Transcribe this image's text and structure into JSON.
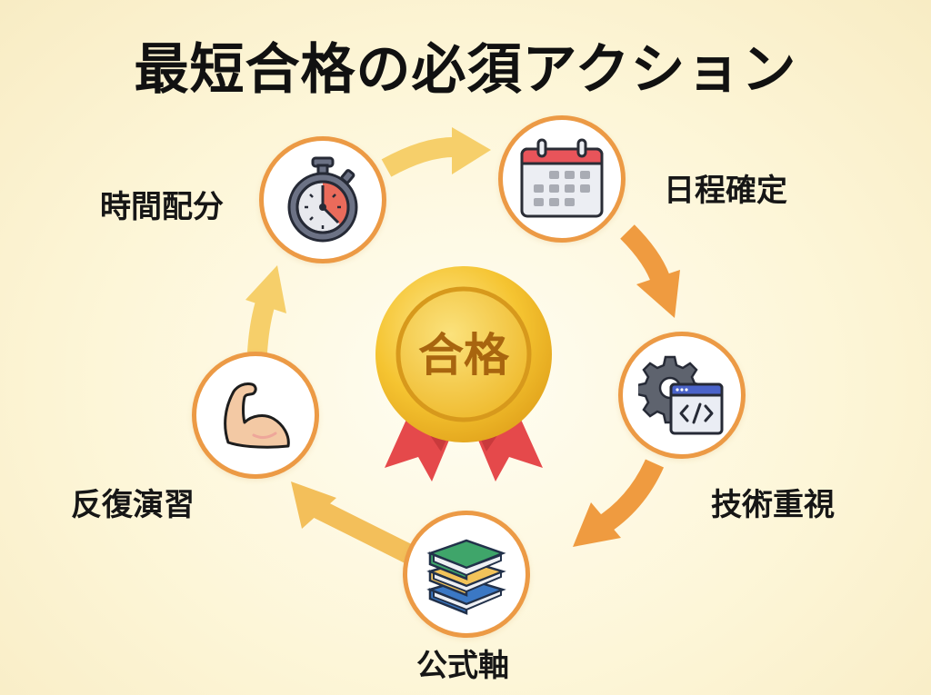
{
  "title": "最短合格の必須アクション",
  "center": {
    "label": "合格",
    "icon": "gold-medal-icon"
  },
  "steps": [
    {
      "id": "schedule",
      "label": "日程確定",
      "icon": "calendar-icon"
    },
    {
      "id": "technical",
      "label": "技術重視",
      "icon": "gear-code-window-icon"
    },
    {
      "id": "official",
      "label": "公式軸",
      "icon": "stacked-books-icon"
    },
    {
      "id": "practice",
      "label": "反復演習",
      "icon": "flexed-bicep-icon"
    },
    {
      "id": "time",
      "label": "時間配分",
      "icon": "stopwatch-icon"
    }
  ],
  "colors": {
    "background": "#fdf6d8",
    "ring": "#ec9a45",
    "arrow_yellow": "#f6cf6a",
    "arrow_orange": "#ef9b40",
    "medal_gold": "#f5c431",
    "medal_text": "#a8650f",
    "ribbon": "#e5494b",
    "calendar_red": "#e8545a",
    "code_window_blue": "#4a63c9",
    "book_green": "#3fa56a",
    "book_yellow": "#f2c35a",
    "book_blue": "#3b78c4"
  }
}
